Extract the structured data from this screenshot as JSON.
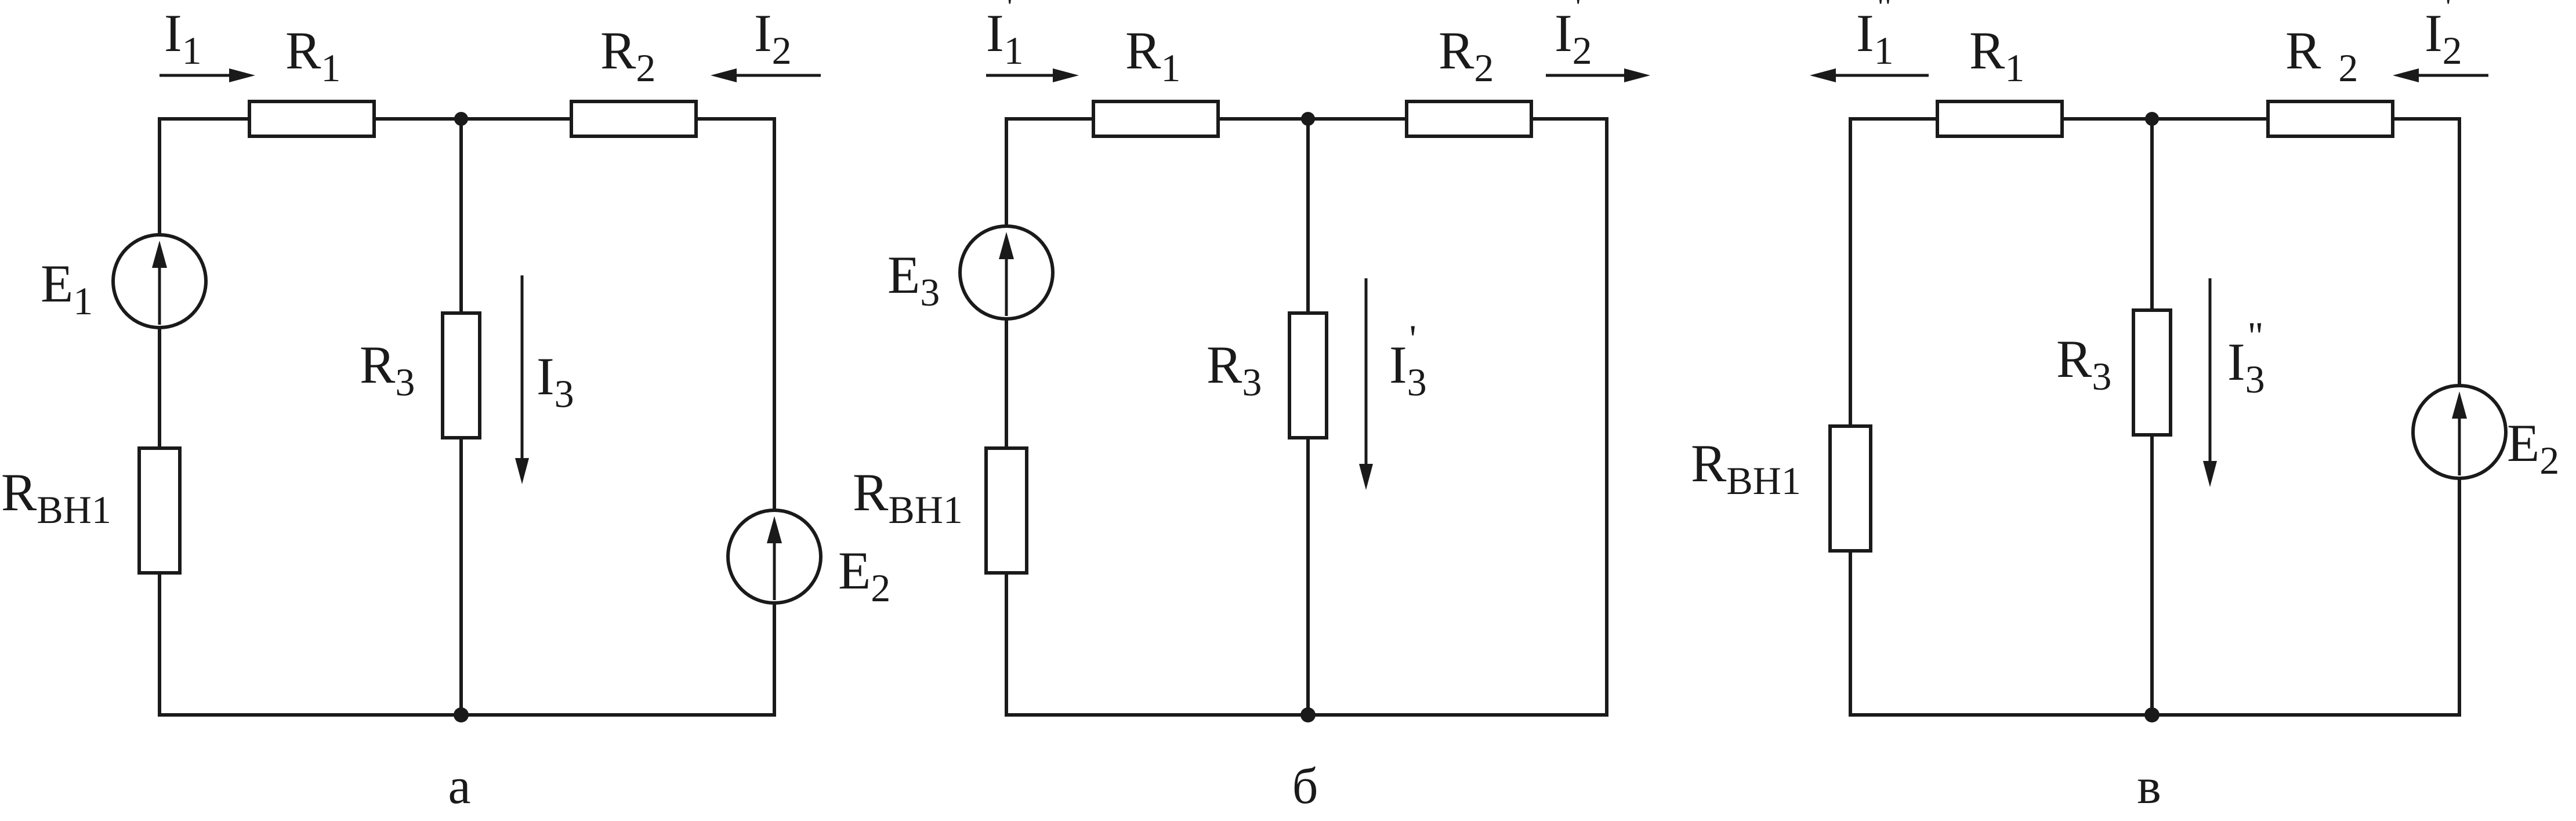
{
  "panels": {
    "a": {
      "caption": "а",
      "labels": {
        "I1": "I",
        "I1_sub": "1",
        "R1": "R",
        "R1_sub": "1",
        "R2": "R",
        "R2_sub": "2",
        "I2": "I",
        "I2_sub": "2",
        "E1": "E",
        "E1_sub": "1",
        "R3": "R",
        "R3_sub": "3",
        "I3": "I",
        "I3_sub": "3",
        "RBH1": "R",
        "RBH1_sub": "BH1",
        "E2": "E",
        "E2_sub": "2"
      }
    },
    "b": {
      "caption": "б",
      "labels": {
        "I1": "I",
        "I1_sub": "1",
        "I1_prime": "'",
        "R1": "R",
        "R1_sub": "1",
        "R2": "R",
        "R2_sub": "2",
        "I2": "I",
        "I2_sub": "2",
        "I2_prime": "'",
        "E3": "E",
        "E3_sub": "3",
        "R3": "R",
        "R3_sub": "3",
        "I3": "I",
        "I3_sub": "3",
        "I3_prime": "'",
        "RBH1": "R",
        "RBH1_sub": "BH1"
      }
    },
    "c": {
      "caption": "в",
      "labels": {
        "I1": "I",
        "I1_sub": "1",
        "I1_prime": "\"",
        "R1": "R",
        "R1_sub": "1",
        "R2": "R",
        "R2_sub": "2",
        "I2": "I",
        "I2_sub": "2",
        "I2_prime": "'",
        "R3": "R",
        "R3_sub": "3",
        "I3": "I",
        "I3_sub": "3",
        "I3_prime": "\"",
        "RBH1": "R",
        "RBH1_sub": "BH1",
        "E2": "E",
        "E2_sub": "2"
      }
    }
  }
}
